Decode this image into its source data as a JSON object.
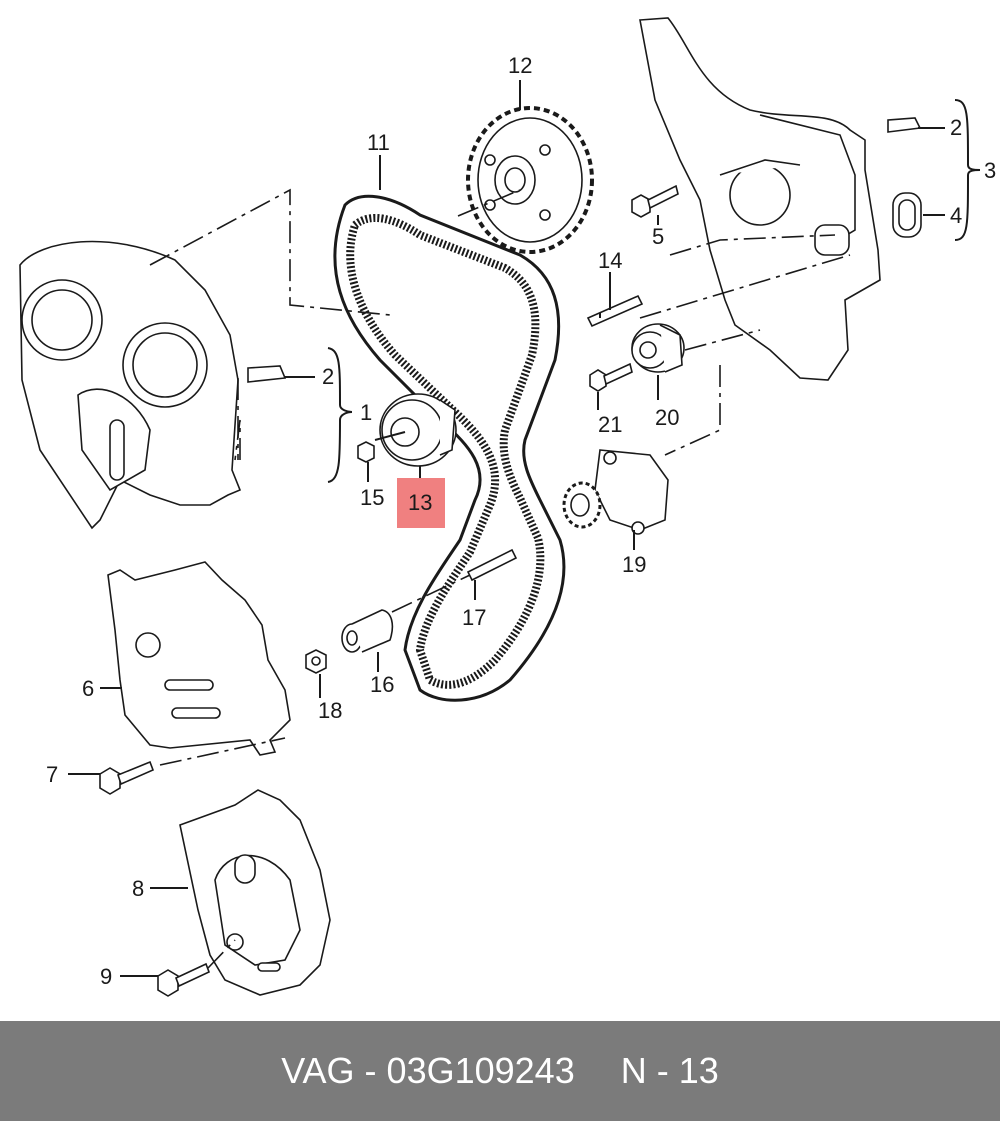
{
  "footer": {
    "part_ref": "VAG - 03G109243",
    "position": "N - 13"
  },
  "highlight": {
    "label": "13",
    "color": "#f08080"
  },
  "callouts": [
    "1",
    "2",
    "2",
    "3",
    "4",
    "5",
    "6",
    "7",
    "8",
    "9",
    "11",
    "12",
    "14",
    "15",
    "16",
    "17",
    "18",
    "19",
    "20",
    "21"
  ],
  "colors": {
    "footer_bg": "#7b7b7b",
    "footer_text": "#ffffff",
    "line": "#1a1a1a"
  }
}
